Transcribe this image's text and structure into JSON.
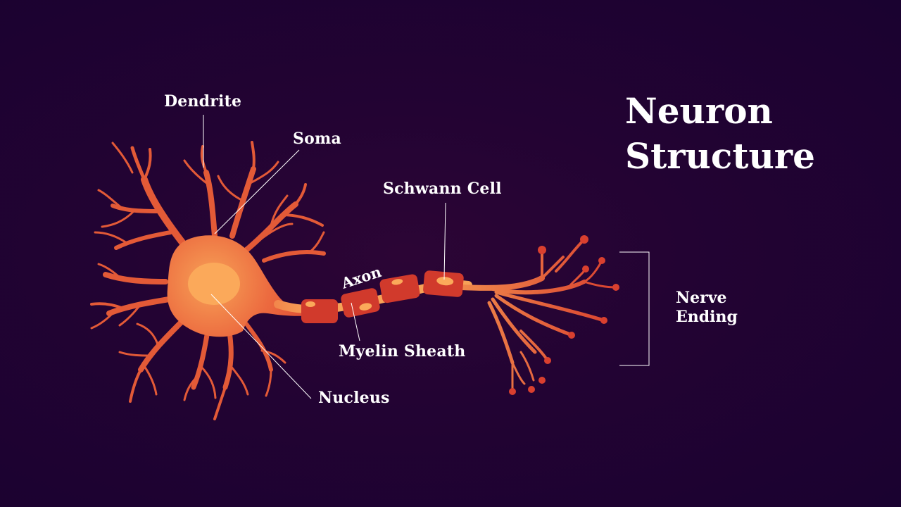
{
  "title": {
    "line1": "Neuron",
    "line2": "Structure"
  },
  "labels": {
    "dendrite": "Dendrite",
    "soma": "Soma",
    "schwann_cell": "Schwann Cell",
    "axon": "Axon",
    "myelin_sheath": "Myelin Sheath",
    "nucleus": "Nucleus",
    "nerve_ending_line1": "Nerve",
    "nerve_ending_line2": "Ending"
  },
  "colors": {
    "background": "#230333",
    "neuron_orange": "#e8613a",
    "neuron_light": "#f6944f",
    "myelin_red": "#d13a2c",
    "nucleus": "#fba95a",
    "label_text": "#ffffff"
  }
}
